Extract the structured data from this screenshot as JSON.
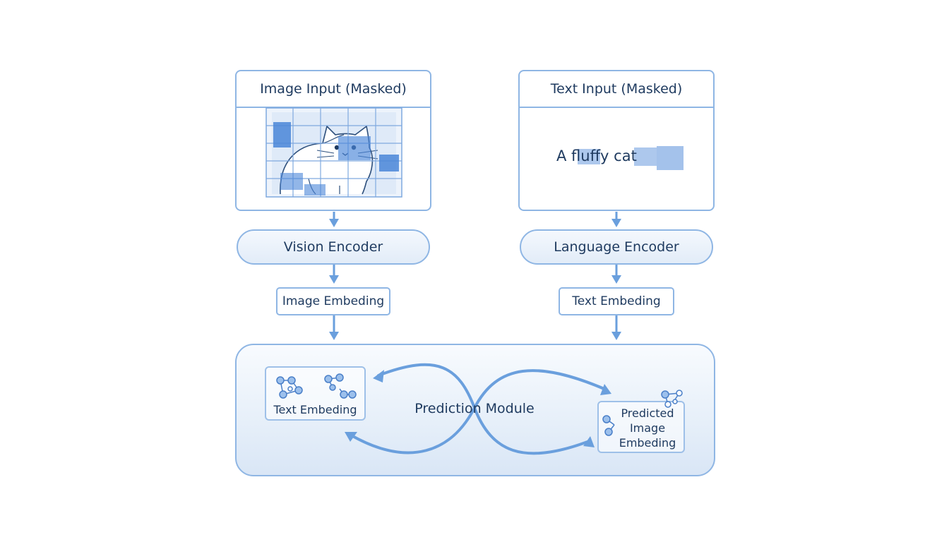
{
  "image_panel": {
    "title": "Image Input (Masked)"
  },
  "text_panel": {
    "title": "Text Input (Masked)",
    "text": "A fluffy cat"
  },
  "vision_encoder": {
    "label": "Vision Encoder"
  },
  "language_encoder": {
    "label": "Language Encoder"
  },
  "image_embedding": {
    "label": "Image Embeding"
  },
  "text_embedding": {
    "label": "Text Embeding"
  },
  "prediction_module": {
    "label": "Prediction Module",
    "left_box_label": "Text Embeding",
    "right_box_label_lines": [
      "Predicted",
      "Image",
      "Embeding"
    ]
  },
  "colors": {
    "border": "#8fb6e4",
    "arrow": "#6a9fdd",
    "mask": "#4a86d8",
    "text": "#1e3a5f"
  }
}
